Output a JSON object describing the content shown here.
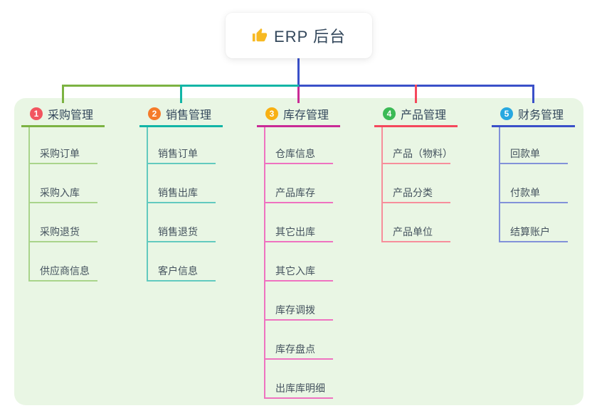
{
  "root": {
    "title": "ERP 后台",
    "icon": "thumbs-up-icon"
  },
  "colors": {
    "panel_bg": "#e9f6e4",
    "root_connector": "#3a50c9",
    "thumb_icon": "#f7b922"
  },
  "branches": [
    {
      "badge": "1",
      "label": "采购管理",
      "colors": {
        "badge": "#f2555f",
        "main": "#7cb342",
        "light": "#a9d48b"
      },
      "children": [
        "采购订单",
        "采购入库",
        "采购退货",
        "供应商信息"
      ]
    },
    {
      "badge": "2",
      "label": "销售管理",
      "colors": {
        "badge": "#f57b2a",
        "main": "#12b5a6",
        "light": "#62cabf"
      },
      "children": [
        "销售订单",
        "销售出库",
        "销售退货",
        "客户信息"
      ]
    },
    {
      "badge": "3",
      "label": "库存管理",
      "colors": {
        "badge": "#f8b013",
        "main": "#c92b96",
        "light": "#ef72c0"
      },
      "children": [
        "仓库信息",
        "产品库存",
        "其它出库",
        "其它入库",
        "库存调拨",
        "库存盘点",
        "出库库明细"
      ]
    },
    {
      "badge": "4",
      "label": "产品管理",
      "colors": {
        "badge": "#3bba55",
        "main": "#f4485c",
        "light": "#f78e9b"
      },
      "children": [
        "产品（物料）",
        "产品分类",
        "产品单位"
      ]
    },
    {
      "badge": "5",
      "label": "财务管理",
      "colors": {
        "badge": "#27a8e0",
        "main": "#3a50c9",
        "light": "#8292d9"
      },
      "children": [
        "回款单",
        "付款单",
        "结算账户"
      ]
    }
  ]
}
